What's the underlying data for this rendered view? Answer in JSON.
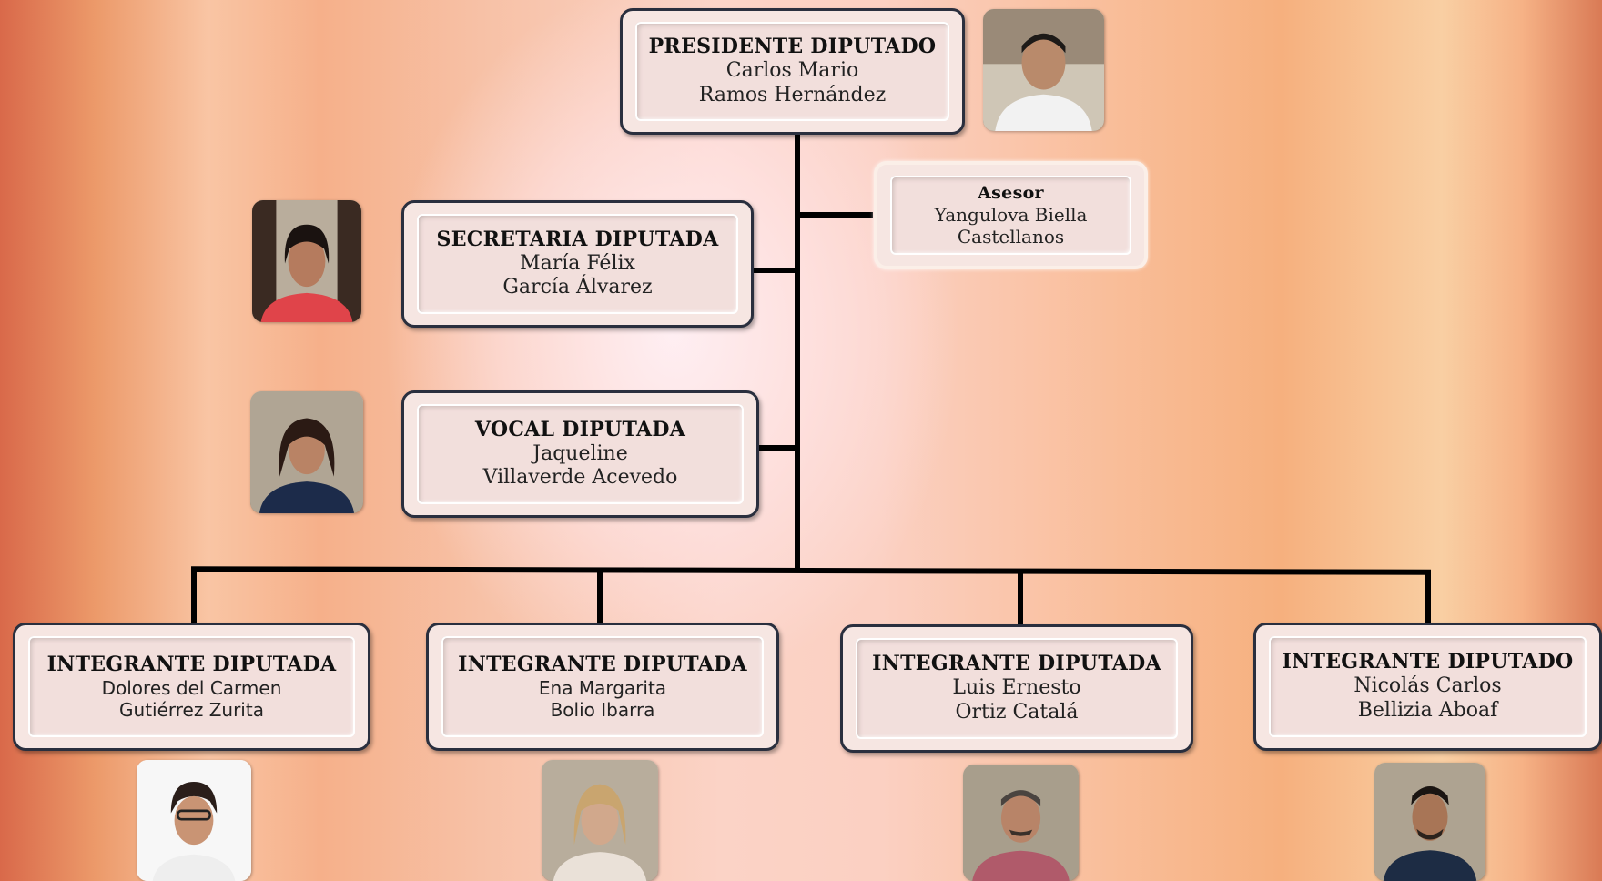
{
  "president": {
    "role": "PRESIDENTE DIPUTADO",
    "name1": "Carlos Mario",
    "name2": "Ramos Hernández"
  },
  "advisor": {
    "role": "Asesor",
    "name1": "Yangulova Biella",
    "name2": "Castellanos"
  },
  "secretary": {
    "role": "SECRETARIA DIPUTADA",
    "name1": "María Félix",
    "name2": "García Álvarez"
  },
  "vocal": {
    "role": "VOCAL DIPUTADA",
    "name1": "Jaqueline",
    "name2": "Villaverde Acevedo"
  },
  "members": [
    {
      "role": "INTEGRANTE DIPUTADA",
      "name1": "Dolores del Carmen",
      "name2": "Gutiérrez Zurita"
    },
    {
      "role": "INTEGRANTE DIPUTADA",
      "name1": "Ena Margarita",
      "name2": "Bolio Ibarra"
    },
    {
      "role": "INTEGRANTE DIPUTADA",
      "name1": "Luis Ernesto",
      "name2": "Ortiz Catalá"
    },
    {
      "role": "INTEGRANTE DIPUTADO",
      "name1": "Nicolás Carlos",
      "name2": "Bellizia Aboaf"
    }
  ]
}
